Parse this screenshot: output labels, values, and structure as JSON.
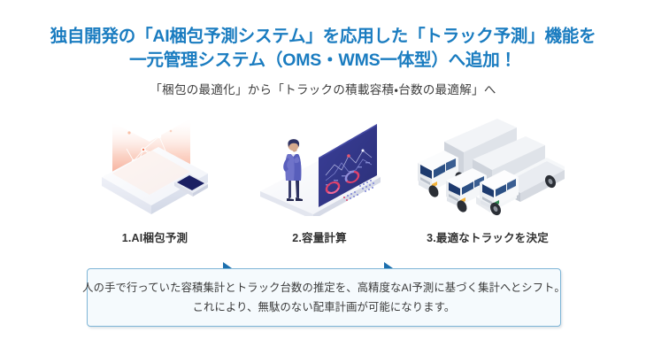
{
  "background_color": "#ffffff",
  "accent_color": "#1a7cc0",
  "arrow_color": "#1c6fae",
  "header": {
    "title_line_1": "独自開発の「AI梱包予測システム」を応用した「トラック予測」機能を",
    "title_line_2": "一元管理システム（OMS・WMS一体型）へ追加！",
    "subtitle": "「梱包の最適化」から「トラックの積載容積・台数の最適解」へ"
  },
  "steps": [
    {
      "caption": "1.AI梱包予測",
      "illustration": "3d-scanner-hologram-icon"
    },
    {
      "caption": "2.容量計算",
      "illustration": "analytics-dashboard-person-icon"
    },
    {
      "caption": "3.最適なトラックを決定",
      "illustration": "three-trucks-icon"
    }
  ],
  "arrows": [
    {
      "name": "arrow-step1-to-step2"
    },
    {
      "name": "arrow-step2-to-step3"
    }
  ],
  "note": {
    "line_1": "人の手で行っていた容積集計とトラック台数の推定を、高精度なAI予測に基づく集計へとシフト。",
    "line_2": "これにより、無駄のない配車計画が可能になります。",
    "border_color": "#7eb5d6",
    "background_color": "#f5fafd"
  }
}
